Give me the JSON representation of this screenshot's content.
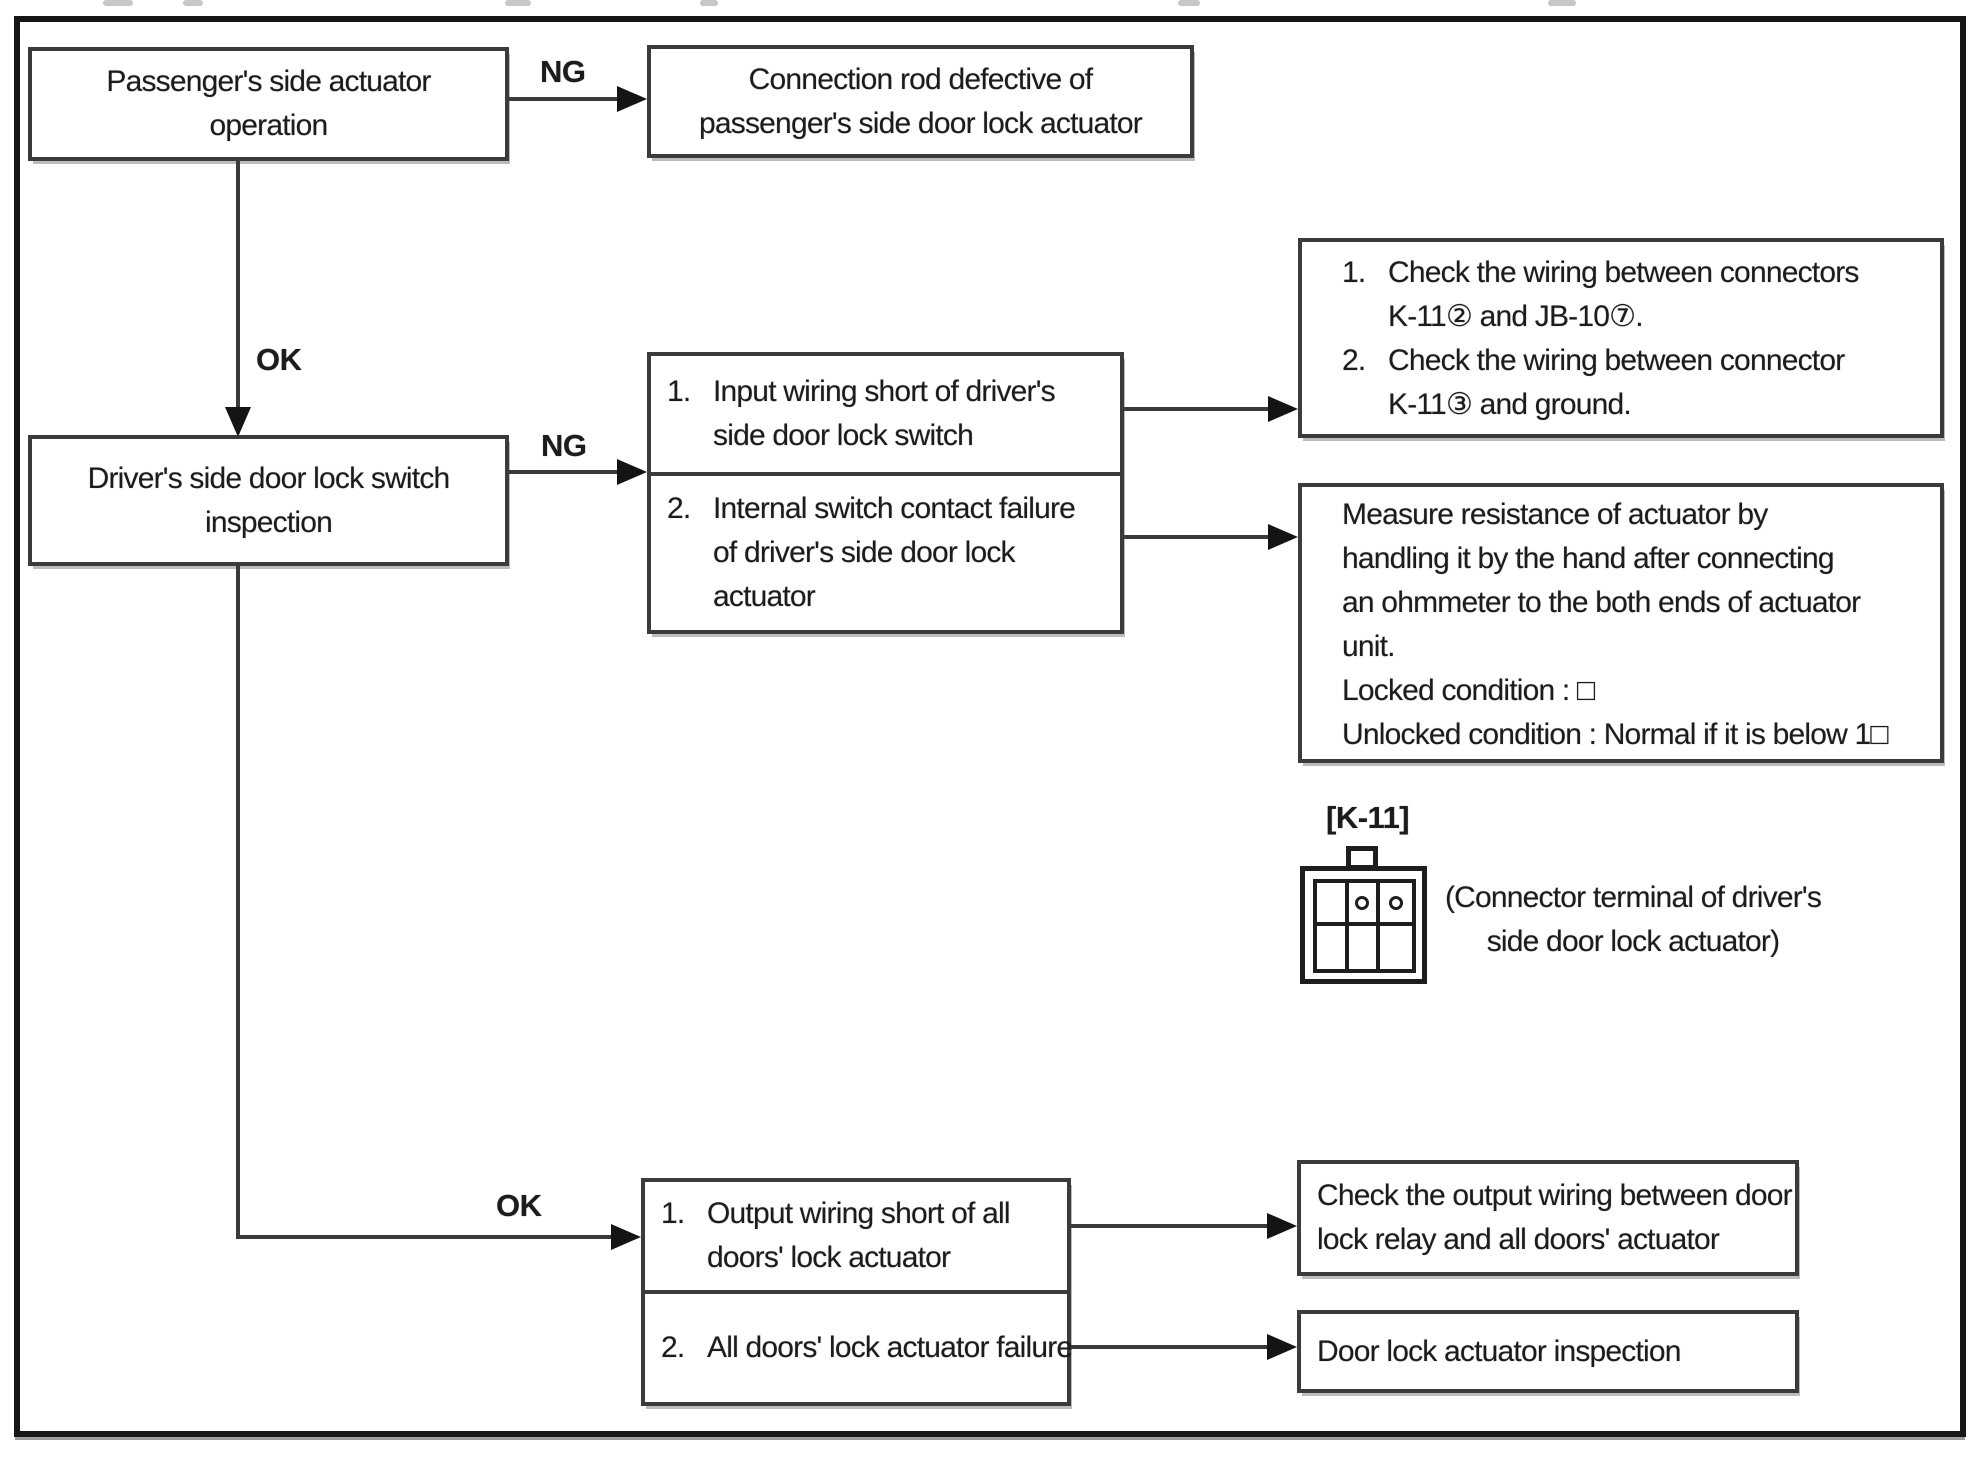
{
  "diagram": {
    "edge_labels": {
      "ng_top": "NG",
      "ok_top": "OK",
      "ng_mid": "NG",
      "ok_bottom": "OK"
    },
    "boxes": {
      "passenger_actuator_operation": "Passenger's side actuator\noperation",
      "connection_rod_defective": "Connection rod defective of\npassenger's side door lock actuator",
      "driver_switch_inspection": "Driver's side door lock switch\ninspection",
      "driver_causes": {
        "item1_num": "1.",
        "item1_text": "Input wiring short of driver's\nside door lock switch",
        "item2_num": "2.",
        "item2_text": "Internal switch contact failure\nof driver's side door lock\nactuator"
      },
      "wiring_checks": {
        "item1_num": "1.",
        "item1_text": "Check the wiring between connectors\nK-11② and JB-10⑦.",
        "item2_num": "2.",
        "item2_text": "Check the wiring between connector\nK-11③ and ground."
      },
      "measure_resistance": "Measure resistance of actuator by\nhandling it by the hand after connecting\nan ohmmeter to the both ends of actuator\nunit.\nLocked condition : □\nUnlocked condition : Normal if it is below 1□",
      "all_doors_causes": {
        "item1_num": "1.",
        "item1_text": "Output wiring short of all\ndoors' lock actuator",
        "item2_num": "2.",
        "item2_text": "All doors' lock actuator failure"
      },
      "check_output_wiring": "Check the output wiring between door\nlock relay and all doors' actuator",
      "door_lock_actuator_inspection": "Door lock actuator inspection"
    },
    "connector": {
      "label": "[K-11]",
      "caption": "(Connector terminal of driver's\nside door lock actuator)"
    },
    "colors": {
      "line": "#3a3a3a",
      "arrowhead": "#141414",
      "text": "#1c1c1c",
      "background": "#ffffff"
    }
  }
}
